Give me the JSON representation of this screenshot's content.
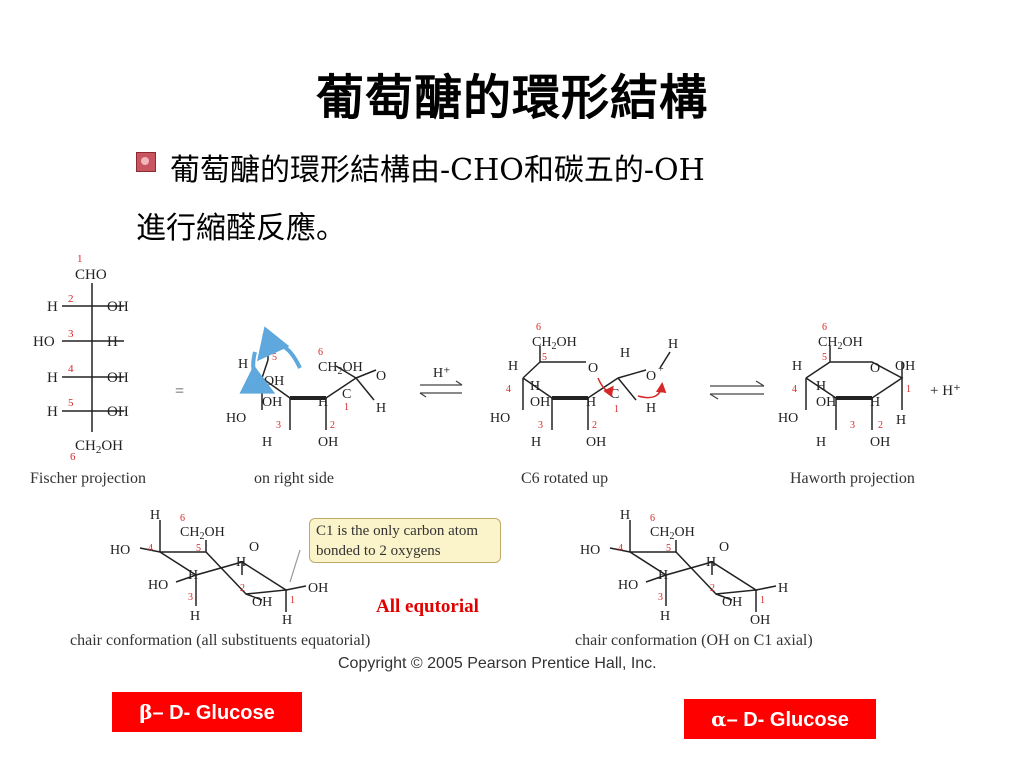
{
  "title": "葡萄醣的環形結構",
  "bullet": {
    "line1": "葡萄醣的環形結構由-CHO和碳五的-OH",
    "line2": "進行縮醛反應。"
  },
  "figure": {
    "stage_labels": {
      "fischer": "Fischer projection",
      "right_side": "on right side",
      "rotated": "C6 rotated up",
      "haworth": "Haworth projection"
    },
    "chair_labels": {
      "beta": "chair conformation (all substituents equatorial)",
      "alpha": "chair conformation (OH on C1 axial)"
    },
    "callout": {
      "line1": "C1 is the only carbon atom",
      "line2": "bonded to 2 oxygens"
    },
    "all_equatorial": "All equtorial",
    "copyright": "Copyright © 2005 Pearson Prentice Hall, Inc.",
    "reagent": "H⁺",
    "plus_h": "+  H⁺",
    "equals": "="
  },
  "tags": {
    "beta": {
      "symbol": "β",
      "rest": "– D- Glucose"
    },
    "alpha": {
      "symbol": "α",
      "rest": "– D- Glucose"
    }
  },
  "colors": {
    "number_red": "#d62828",
    "arrow_blue": "#5fa8de",
    "tag_red": "#ff0000"
  }
}
